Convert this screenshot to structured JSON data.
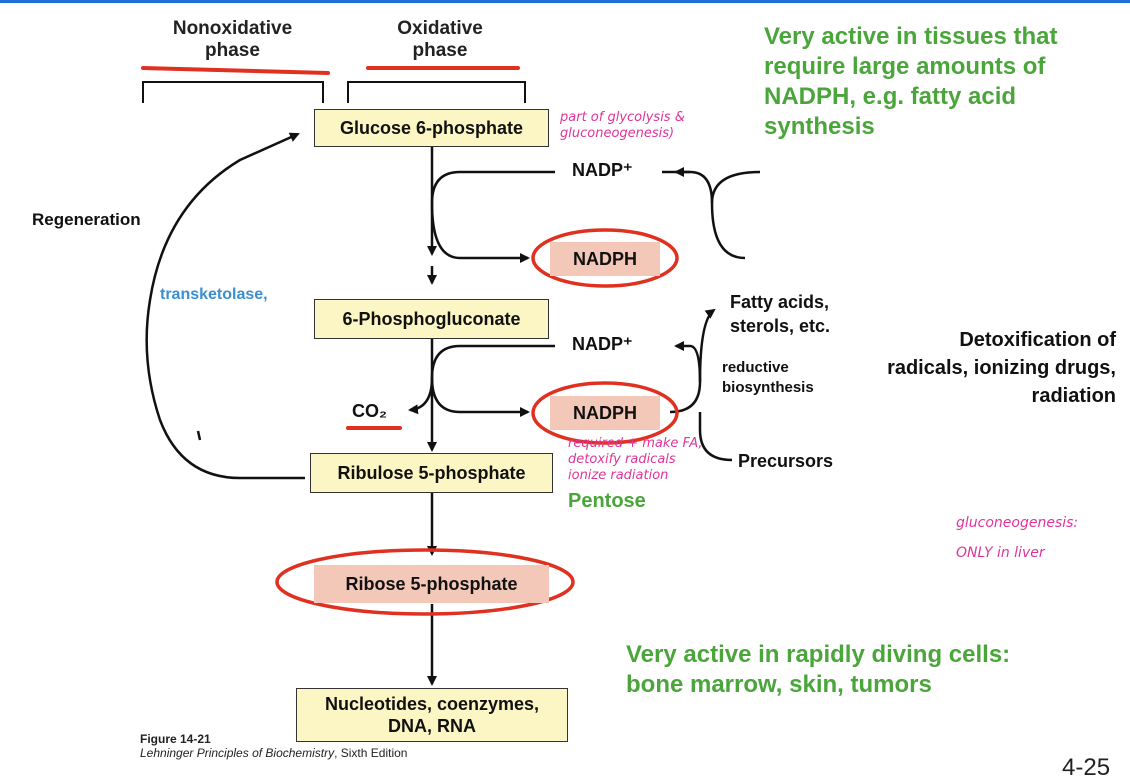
{
  "phases": {
    "nonoxidative": "Nonoxidative phase",
    "oxidative": "Oxidative phase"
  },
  "boxes": {
    "glucose6p": "Glucose 6-phosphate",
    "phosphogluconate": "6-Phosphogluconate",
    "ribulose5p": "Ribulose 5-phosphate",
    "ribose5p": "Ribose 5-phosphate",
    "nucleotides": "Nucleotides, coenzymes, DNA, RNA",
    "nadph_top": "NADPH",
    "nadph_bottom": "NADPH"
  },
  "labels": {
    "nadp_top": "NADP⁺",
    "nadp_bottom": "NADP⁺",
    "regeneration": "Regeneration",
    "transketolase": "transketolase,",
    "co2": "CO₂",
    "fatty_acids": "Fatty acids, sterols, etc.",
    "reductive": "reductive biosynthesis",
    "precursors": "Precursors",
    "pentose": "Pentose"
  },
  "notes": {
    "top_right": "Very active in tissues that require large amounts of NADPH, e.g. fatty acid synthesis",
    "detox": "Detoxification of radicals, ionizing drugs, radiation",
    "bottom_right": "Very active in rapidly diving cells: bone marrow, skin, tumors"
  },
  "handwriting": {
    "glycolysis": "part of glycolysis & gluconeogenesis)",
    "required": "required + make FA, detoxify radicals ionize radiation",
    "liver": "gluconeogenesis: ONLY in liver"
  },
  "caption": {
    "figure": "Figure 14-21",
    "book": "Lehninger Principles of Biochemistry",
    "edition": ", Sixth Edition"
  },
  "slide_number": "4-25",
  "colors": {
    "accent_blue": "#1e6fd9",
    "note_green": "#4aa53a",
    "annotation_red": "#e03020",
    "pink_ink": "#e0349a",
    "box_yellow": "#fbf6c4",
    "box_pink": "#f3c8b8"
  }
}
